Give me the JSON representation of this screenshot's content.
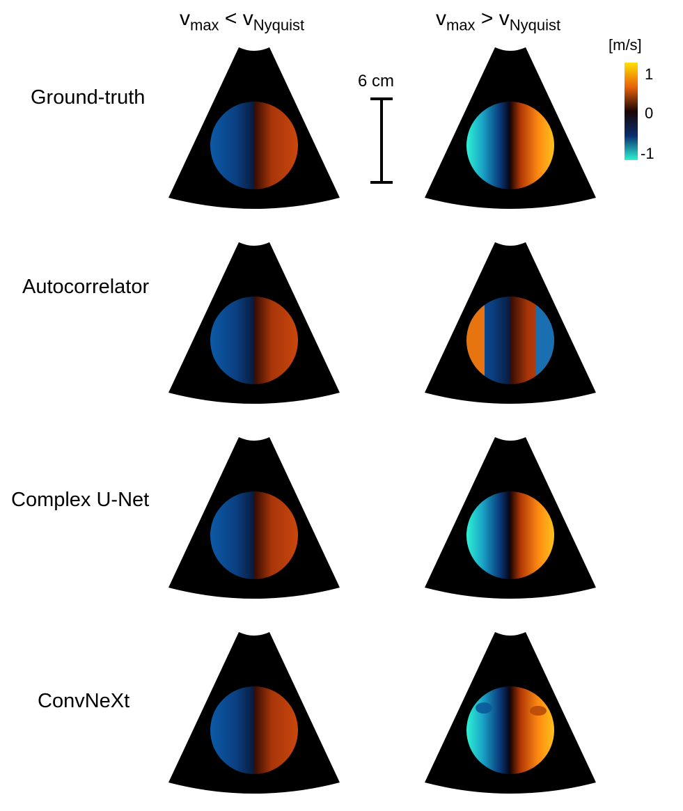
{
  "columns": [
    {
      "v": "v",
      "sub1": "max",
      "op": "<",
      "v2": "v",
      "sub2": "Nyquist"
    },
    {
      "v": "v",
      "sub1": "max",
      "op": ">",
      "v2": "v",
      "sub2": "Nyquist"
    }
  ],
  "rows": [
    {
      "label": "Ground-truth",
      "left": "aliasfree",
      "right": "full"
    },
    {
      "label": "Autocorrelator",
      "left": "aliasfree_noisy",
      "right": "aliased"
    },
    {
      "label": "Complex U-Net",
      "left": "aliasfree",
      "right": "full"
    },
    {
      "label": "ConvNeXt",
      "left": "aliasfree",
      "right": "full_artifact"
    }
  ],
  "scale_bar": {
    "label": "6 cm"
  },
  "colorbar": {
    "unit": "[m/s]",
    "ticks": [
      "1",
      "0",
      "-1"
    ],
    "colors": {
      "top": "#ffe000",
      "upper": "#e8620a",
      "mid": "#1a0505",
      "lower": "#0a2e6e",
      "bottom": "#2ef2d2"
    }
  }
}
